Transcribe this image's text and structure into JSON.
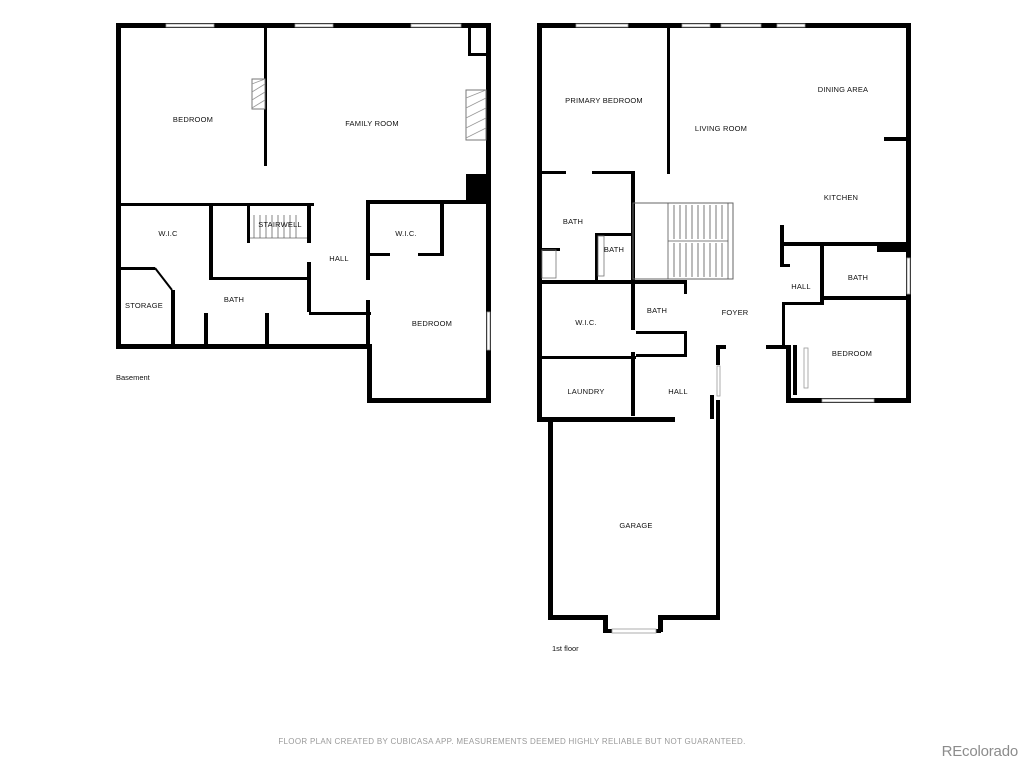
{
  "basement": {
    "label": "Basement",
    "rooms": {
      "bedroom_nw": "BEDROOM",
      "family_room": "FAMILY ROOM",
      "wic": "W.I.C",
      "stairwell": "STAIRWELL",
      "hall": "HALL",
      "wic_east": "W.I.C.",
      "storage": "STORAGE",
      "bath": "BATH",
      "bedroom_se": "BEDROOM"
    }
  },
  "first_floor": {
    "label": "1st floor",
    "rooms": {
      "primary_bedroom": "PRIMARY BEDROOM",
      "living_room": "LIVING ROOM",
      "dining_area": "DINING AREA",
      "kitchen": "KITCHEN",
      "bath_1": "BATH",
      "bath_2": "BATH",
      "hall_east": "HALL",
      "bath_east": "BATH",
      "wic": "W.I.C.",
      "bath_3": "BATH",
      "foyer": "FOYER",
      "bedroom": "BEDROOM",
      "laundry": "LAUNDRY",
      "hall_south": "HALL",
      "garage": "GARAGE"
    }
  },
  "footer": {
    "note": "FLOOR PLAN CREATED BY CUBICASA APP. MEASUREMENTS DEEMED HIGHLY RELIABLE BUT NOT GUARANTEED.",
    "brand": "REcolorado"
  }
}
